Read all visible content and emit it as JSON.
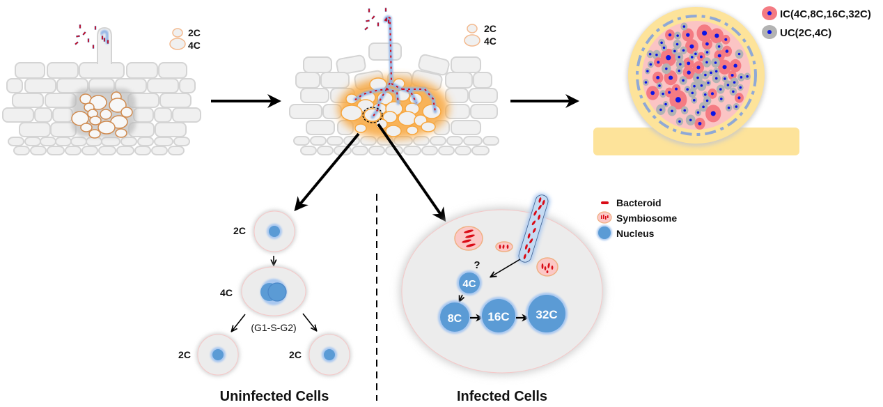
{
  "colors": {
    "cell_fill": "#f0f0f0",
    "cell_stroke": "#d4d4d4",
    "cell_shadow": "#c8c8c8",
    "dividing_stroke_early": "#d08a4e",
    "dividing_glow": "#f7a63d",
    "thread_blue": "#8fb3e6",
    "bacteroid_red": "#d90b16",
    "nucleus_blue": "#5b9bd5",
    "nucleus_glow": "#a9c8f0",
    "ic_pink": "#f47b83",
    "uc_grey": "#b3b3b3",
    "dot_blue": "#0a14e6",
    "nodule_fill": "#fbc4c4",
    "nodule_ring": "#fde39a",
    "nodule_dash": "#8fa8d6",
    "symbiosome_fill": "#fbc8c6",
    "symbiosome_stroke": "#f0b083",
    "arrow": "#000000"
  },
  "panel1": {
    "legend": [
      {
        "label": "2C",
        "icon": "small-cell-outline"
      },
      {
        "label": "4C",
        "icon": "large-cell-outline"
      }
    ]
  },
  "panel2": {
    "legend": [
      {
        "label": "2C",
        "icon": "small-cell-outline"
      },
      {
        "label": "4C",
        "icon": "large-cell-outline"
      }
    ]
  },
  "panel3": {
    "legend": [
      {
        "label": "IC(4C,8C,16C,32C)",
        "icon": "infected-cell"
      },
      {
        "label": "UC(2C,4C)",
        "icon": "uninfected-cell"
      }
    ]
  },
  "uninfected": {
    "title": "Uninfected Cells",
    "cells": [
      {
        "label": "2C",
        "stage": "parent"
      },
      {
        "label": "4C",
        "stage": "replicated",
        "note": "(G1-S-G2)"
      },
      {
        "label": "2C",
        "stage": "daughter-left"
      },
      {
        "label": "2C",
        "stage": "daughter-right"
      }
    ]
  },
  "infected": {
    "title": "Infected Cells",
    "question_mark": "?",
    "nuclei": [
      "4C",
      "8C",
      "16C",
      "32C"
    ],
    "legend": [
      {
        "label": "Bacteroid",
        "icon": "bacteroid"
      },
      {
        "label": "Symbiosome",
        "icon": "symbiosome"
      },
      {
        "label": "Nucleus",
        "icon": "nucleus"
      }
    ]
  }
}
